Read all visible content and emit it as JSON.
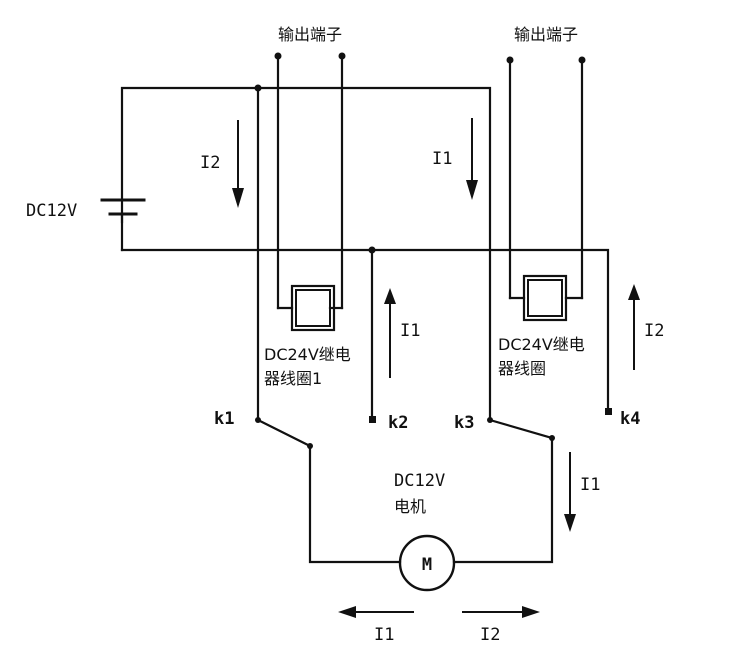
{
  "labels": {
    "output_terminal_left": "输出端子",
    "output_terminal_right": "输出端子",
    "battery": "DC12V",
    "relay1_line1": "DC24V继电",
    "relay1_line2": "器线圈1",
    "relay2_line1": "DC24V继电",
    "relay2_line2": "器线圈",
    "motor_line1": "DC12V",
    "motor_line2": "电机",
    "motor_symbol": "M",
    "k1": "k1",
    "k2": "k2",
    "k3": "k3",
    "k4": "k4"
  },
  "currents": {
    "left_down": "I2",
    "center_down": "I1",
    "mid_up": "I1",
    "right_up": "I2",
    "right_down": "I1",
    "bottom_left": "I1",
    "bottom_right": "I2"
  }
}
